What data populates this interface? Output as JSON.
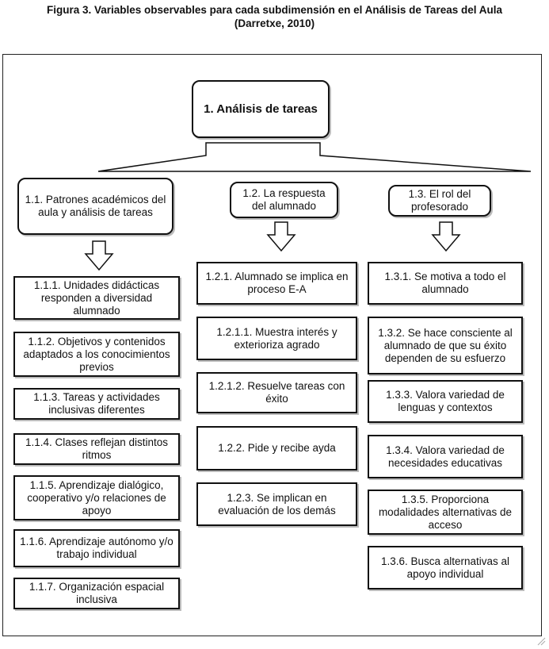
{
  "caption": {
    "line1": "Figura 3. Variables observables para cada subdimensión en el Análisis de Tareas del Aula",
    "line2": "(Darretxe, 2010)"
  },
  "root": "1. Análisis de tareas",
  "dims": {
    "d1": "1.1. Patrones académicos del aula y análisis de tareas",
    "d2": "1.2. La respuesta del alumnado",
    "d3": "1.3. El rol del profesorado"
  },
  "col1": [
    "1.1.1. Unidades didácticas responden a diversidad alumnado",
    "1.1.2. Objetivos y contenidos adaptados a los conocimientos previos",
    "1.1.3. Tareas y actividades inclusivas diferentes",
    "1.1.4. Clases reflejan distintos ritmos",
    "1.1.5. Aprendizaje dialógico, cooperativo y/o relaciones de apoyo",
    "1.1.6. Aprendizaje autónomo y/o trabajo individual",
    "1.1.7. Organización espacial inclusiva"
  ],
  "col2": [
    "1.2.1. Alumnado se implica en proceso E-A",
    "1.2.1.1. Muestra interés y exterioriza agrado",
    "1.2.1.2. Resuelve tareas con éxito",
    "1.2.2. Pide y recibe ayda",
    "1.2.3. Se implican en evaluación de los demás"
  ],
  "col3": [
    "1.3.1. Se motiva a todo el alumnado",
    "1.3.2. Se hace consciente al alumnado de que su éxito dependen de su esfuerzo",
    "1.3.3. Valora variedad de lenguas y contextos",
    "1.3.4. Valora variedad de necesidades educativas",
    "1.3.5. Proporciona modalidades alternativas de acceso",
    "1.3.6. Busca alternativas al apoyo individual"
  ]
}
